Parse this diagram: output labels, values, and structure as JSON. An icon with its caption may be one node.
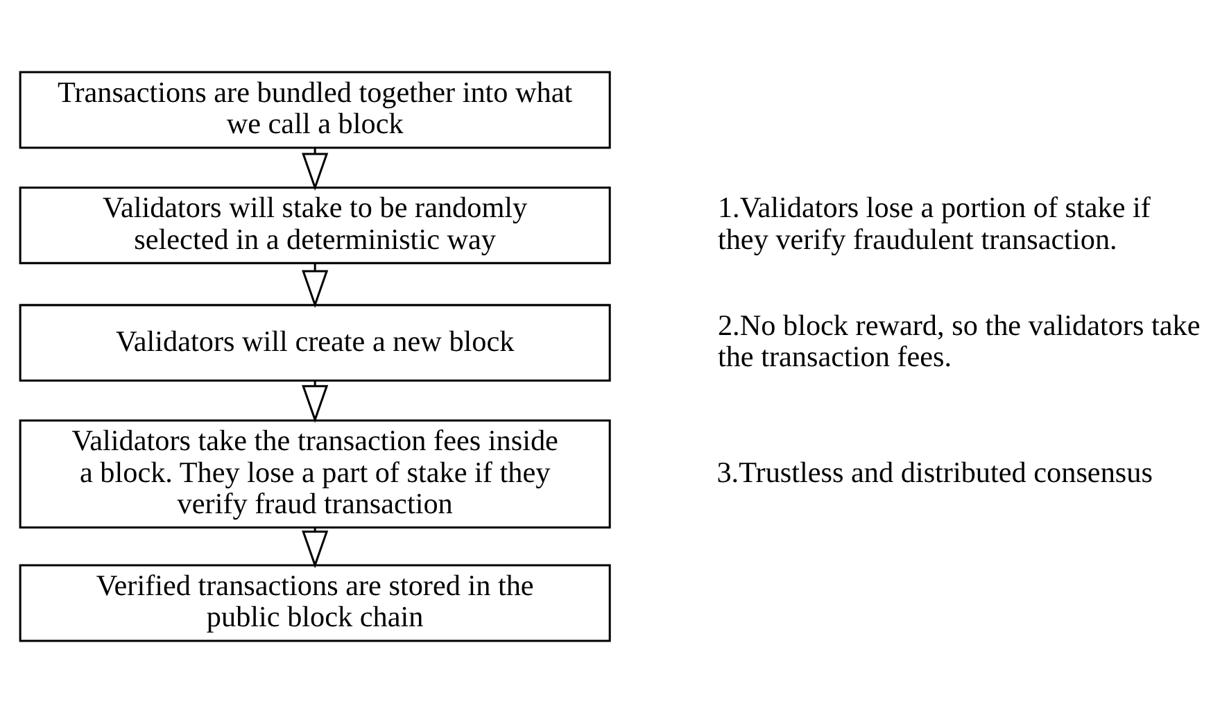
{
  "diagram": {
    "nodes": [
      {
        "text": [
          "Transactions are bundled together into what we call a block"
        ]
      },
      {
        "text": [
          "Validators will stake to be randomly selected in a deterministic way"
        ]
      },
      {
        "text": [
          "Validators will create a new block"
        ]
      },
      {
        "text": [
          "Validators take the transaction fees inside a block. They lose a part of stake if they verify fraud transaction"
        ]
      },
      {
        "text": [
          "Verified transactions are stored in the public block chain"
        ]
      }
    ],
    "edges": [
      {
        "from": 0,
        "to": 1,
        "arrow": "to"
      },
      {
        "from": 1,
        "to": 2,
        "arrow": "to"
      },
      {
        "from": 2,
        "to": 3,
        "arrow": "to"
      },
      {
        "from": 3,
        "to": 4,
        "arrow": "to"
      }
    ],
    "labels": [
      "1.Validators lose a portion of stake if they verify fraudulent transaction.",
      "2.No block reward, so the validators take the transaction fees.",
      "3.Trustless and distributed consensus"
    ]
  }
}
